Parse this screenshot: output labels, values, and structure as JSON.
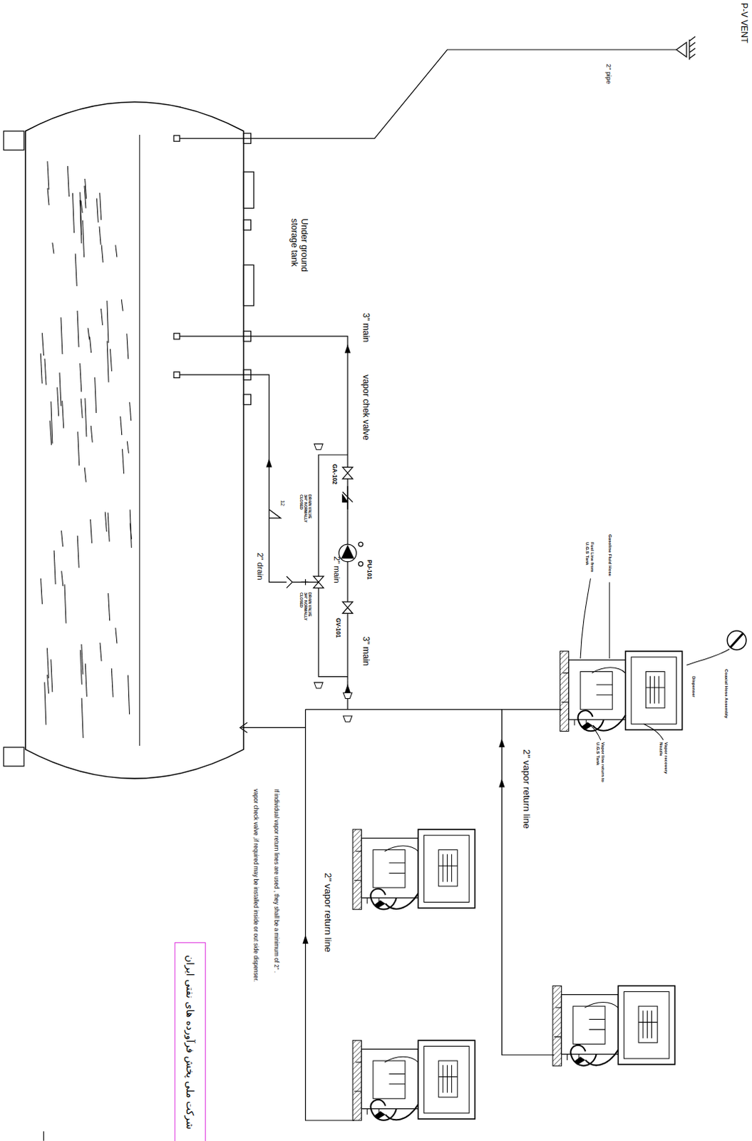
{
  "diagram": {
    "nodes": [
      {
        "text": [
          "Under ground storage tank"
        ]
      },
      {
        "text": [
          "شرکت ملی پخش فرآورده های نفتی ایران"
        ]
      }
    ],
    "labels": [
      "P-V VENT",
      "2\" pipe",
      "3\" main",
      "vapor chek valve",
      "GA-102",
      "PU-101",
      "GV-101",
      "2\" main",
      "3\" main",
      "2\" drain",
      "12",
      "DRAIN VALVE 3/4\" NORMALLY CLOSED",
      "DRAIN VALVE 3/4\" NORMALLY CLOSED",
      "If individual vapor return lines are used , they shall be a minimum of 2\" .",
      "vapor check valve ,if required may be installed inside or out side dispenser.",
      "2\" vapor return line",
      "2\" vapor return line",
      "Gasoline Fluid Hose",
      "Fuel Line from U.G.S Tank",
      "Dispenser",
      "Coaxial Hose Assembly",
      "Vapor recovery Nozzle",
      "Vapor line return to U.G.S Tank"
    ]
  }
}
